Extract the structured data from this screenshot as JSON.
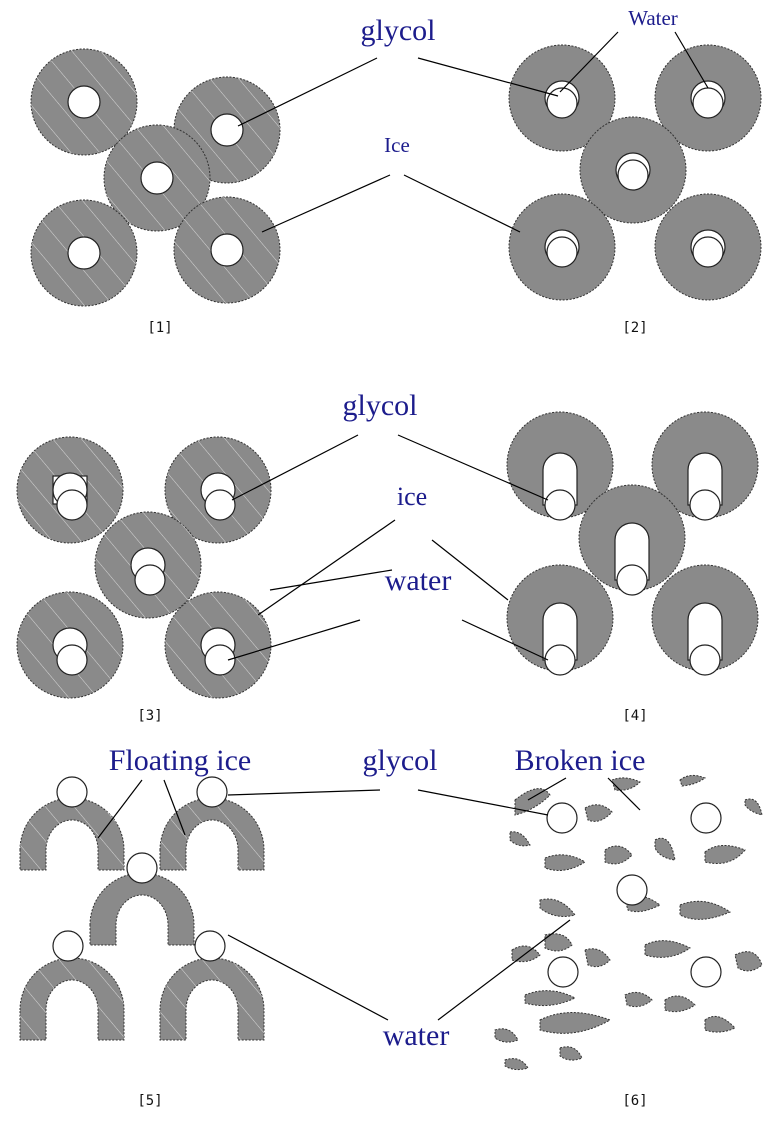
{
  "panels": {
    "p1": {
      "number": "[1]"
    },
    "p2": {
      "number": "[2]"
    },
    "p3": {
      "number": "[3]"
    },
    "p4": {
      "number": "[4]"
    },
    "p5": {
      "number": "[5]"
    },
    "p6": {
      "number": "[6]"
    }
  },
  "labels": {
    "row1_glycol": "glycol",
    "row1_water": "Water",
    "row1_ice": "Ice",
    "row2_glycol": "glycol",
    "row2_ice": "ice",
    "row2_water": "water",
    "row3_floating_ice": "Floating ice",
    "row3_glycol": "glycol",
    "row3_broken_ice": "Broken ice",
    "row3_water": "water"
  },
  "colors": {
    "ice": "#8a8a8a",
    "label_text": "#1c1c8c",
    "leader_line": "#000000"
  }
}
